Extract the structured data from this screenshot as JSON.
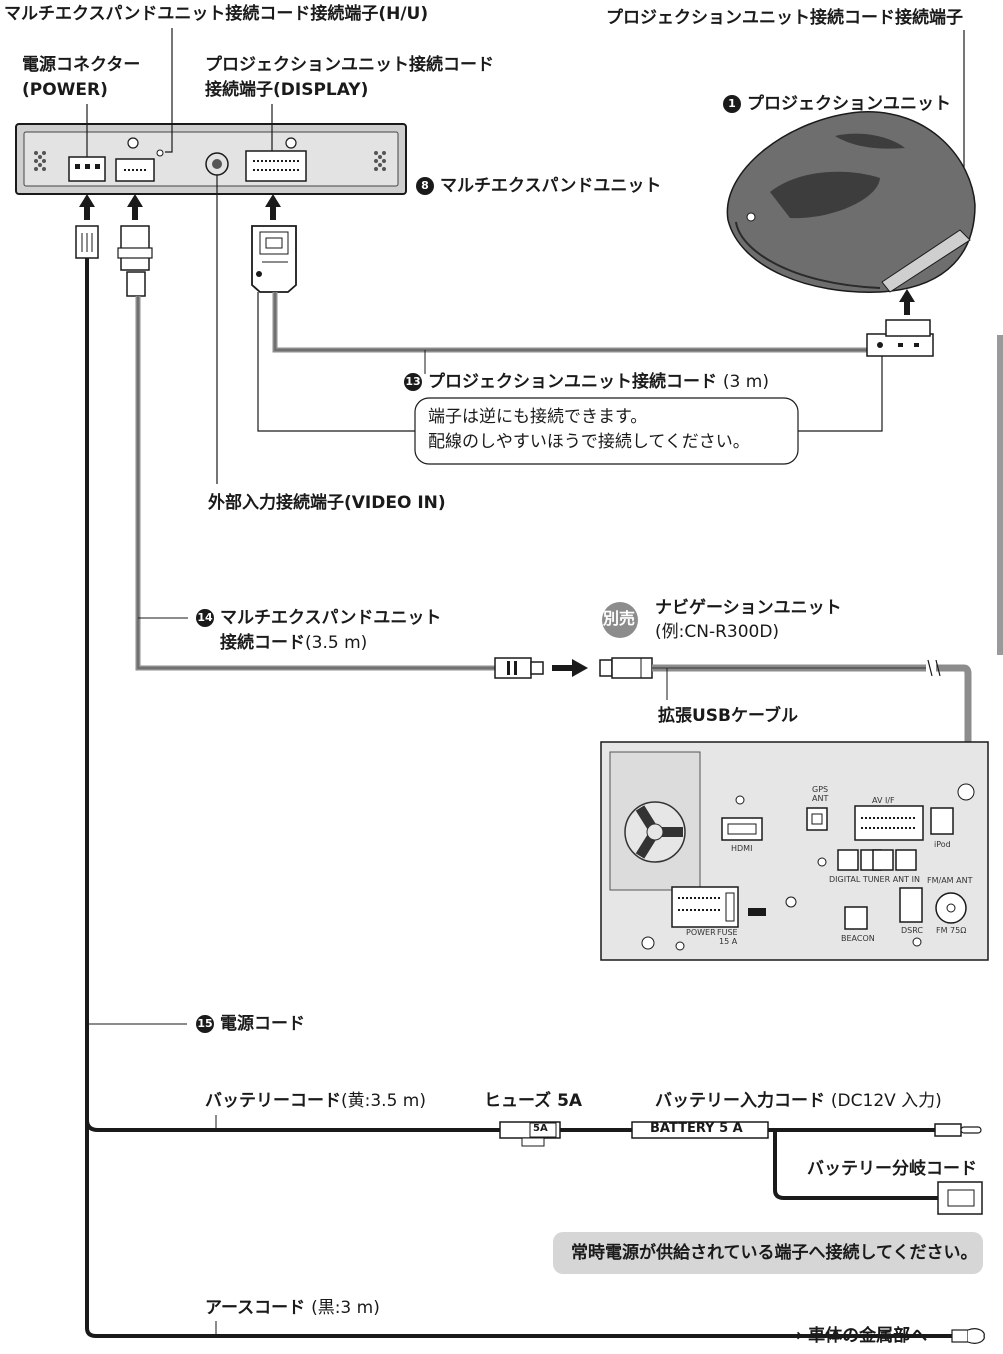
{
  "labels": {
    "hu_terminal": "マルチエクスパンドユニット接続コード接続端子(H/U)",
    "projection_terminal_top": "プロジェクションユニット接続コード接続端子",
    "power_connector_line1": "電源コネクター",
    "power_connector_line2": "(POWER)",
    "display_terminal_line1": "プロジェクションユニット接続コード",
    "display_terminal_line2": "接続端子(DISPLAY)",
    "projection_unit_num": "1",
    "projection_unit": "プロジェクションユニット",
    "expand_unit_num": "8",
    "expand_unit": "マルチエクスパンドユニット",
    "projection_cord_num": "13",
    "projection_cord": "プロジェクションユニット接続コード",
    "projection_cord_len": "(3 m)",
    "note1_line1": "端子は逆にも接続できます。",
    "note1_line2": "配線のしやすいほうで接続してください。",
    "video_in": "外部入力接続端子(VIDEO IN)",
    "expand_cord_num": "14",
    "expand_cord_line1": "マルチエクスパンドユニット",
    "expand_cord_line2": "接続コード",
    "expand_cord_len": "(3.5 m)",
    "separate_badge": "別売",
    "navi_unit": "ナビゲーションユニット",
    "navi_example": "(例:CN-R300D)",
    "usb_cable": "拡張USBケーブル",
    "power_cord_num": "15",
    "power_cord": "電源コード",
    "battery_cord": "バッテリーコード",
    "battery_cord_spec": "(黄:3.5 m)",
    "fuse": "ヒューズ 5A",
    "battery_input_cord": "バッテリー入力コード",
    "battery_input_spec": "(DC12V 入力)",
    "fuse_label": "5A",
    "battery_tag": "BATTERY 5 A",
    "battery_branch": "バッテリー分岐コード",
    "note2": "常時電源が供給されている端子へ接続してください。",
    "earth_cord": "アースコード",
    "earth_spec": "(黒:3 m)",
    "to_body": "→ 車体の金属部へ"
  },
  "navi_panel": {
    "gps": "GPS",
    "ant": "ANT",
    "av_if": "AV I/F",
    "hdmi": "HDMI",
    "ipod": "iPod",
    "digital_tuner": "DIGITAL TUNER ANT IN",
    "fm_am_ant": "FM/AM ANT",
    "power": "POWER",
    "fuse": "FUSE",
    "fuse_rating": "15 A",
    "beacon": "BEACON",
    "dsrc": "DSRC",
    "fm_75": "FM 75Ω"
  },
  "colors": {
    "line": "#1a1a1a",
    "gray_cord": "#8c8c8c",
    "unit_fill": "#d9d9d9",
    "note_fill": "#d6d6d6"
  }
}
